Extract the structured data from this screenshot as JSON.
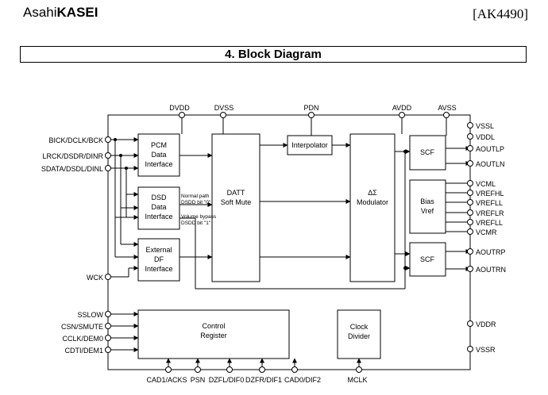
{
  "header": {
    "brand_light": "Asahi",
    "brand_bold": "KASEI",
    "part_number": "[AK4490]"
  },
  "section_title": "4. Block Diagram",
  "pins": {
    "top": [
      "DVDD",
      "DVSS",
      "PDN",
      "AVDD",
      "AVSS"
    ],
    "left_upper": [
      "BICK/DCLK/BCK",
      "LRCK/DSDR/DINR",
      "SDATA/DSDL/DINL"
    ],
    "wck": "WCK",
    "left_lower": [
      "SSLOW",
      "CSN/SMUTE",
      "CCLK/DEM0",
      "CDTI/DEM1"
    ],
    "right": [
      "VSSL",
      "VDDL",
      "AOUTLP",
      "AOUTLN",
      "VCML",
      "VREFHL",
      "VREFLL",
      "VREFLR",
      "VREFLL",
      "VCMR",
      "AOUTRP",
      "AOUTRN",
      "VDDR",
      "VSSR"
    ],
    "bottom": [
      "CAD1/ACKS",
      "PSN",
      "DZFL/DIF0",
      "DZFR/DIF1",
      "CAD0/DIF2",
      "MCLK"
    ]
  },
  "blocks": {
    "pcm": [
      "PCM",
      "Data",
      "Interface"
    ],
    "dsd": [
      "DSD",
      "Data",
      "Interface"
    ],
    "external_df": [
      "External",
      "DF",
      "Interface"
    ],
    "datt": [
      "DATT",
      "Soft Mute"
    ],
    "interpolator": "Interpolator",
    "modulator": [
      "ΔΣ",
      "Modulator"
    ],
    "scf_upper": "SCF",
    "scf_lower": "SCF",
    "bias": [
      "Bias",
      "Vref"
    ],
    "control": [
      "Control",
      "Register"
    ],
    "clock": [
      "Clock",
      "Divider"
    ]
  },
  "annotations": {
    "normal_path": [
      "Normal path",
      "DSDD bit \"0\""
    ],
    "volume_bypass": [
      "Volume bypass",
      "DSDD bit \"1\""
    ]
  }
}
